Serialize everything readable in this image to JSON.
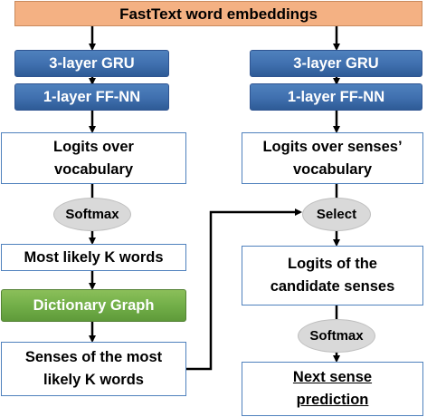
{
  "header": {
    "title": "FastText word embeddings"
  },
  "left": {
    "gru": "3-layer GRU",
    "ffnn": "1-layer FF-NN",
    "logits_line1": "Logits over",
    "logits_line2": "vocabulary",
    "softmax": "Softmax",
    "most_likely": "Most likely K words",
    "dictionary": "Dictionary Graph",
    "senses_line1": "Senses of the most",
    "senses_line2": "likely K words"
  },
  "right": {
    "gru": "3-layer GRU",
    "ffnn": "1-layer FF-NN",
    "logits_line1": "Logits over senses’",
    "logits_line2": "vocabulary",
    "select": "Select",
    "candidate_line1": "Logits of the",
    "candidate_line2": "candidate senses",
    "softmax": "Softmax",
    "next_line1": "Next sense",
    "next_line2": "prediction"
  }
}
